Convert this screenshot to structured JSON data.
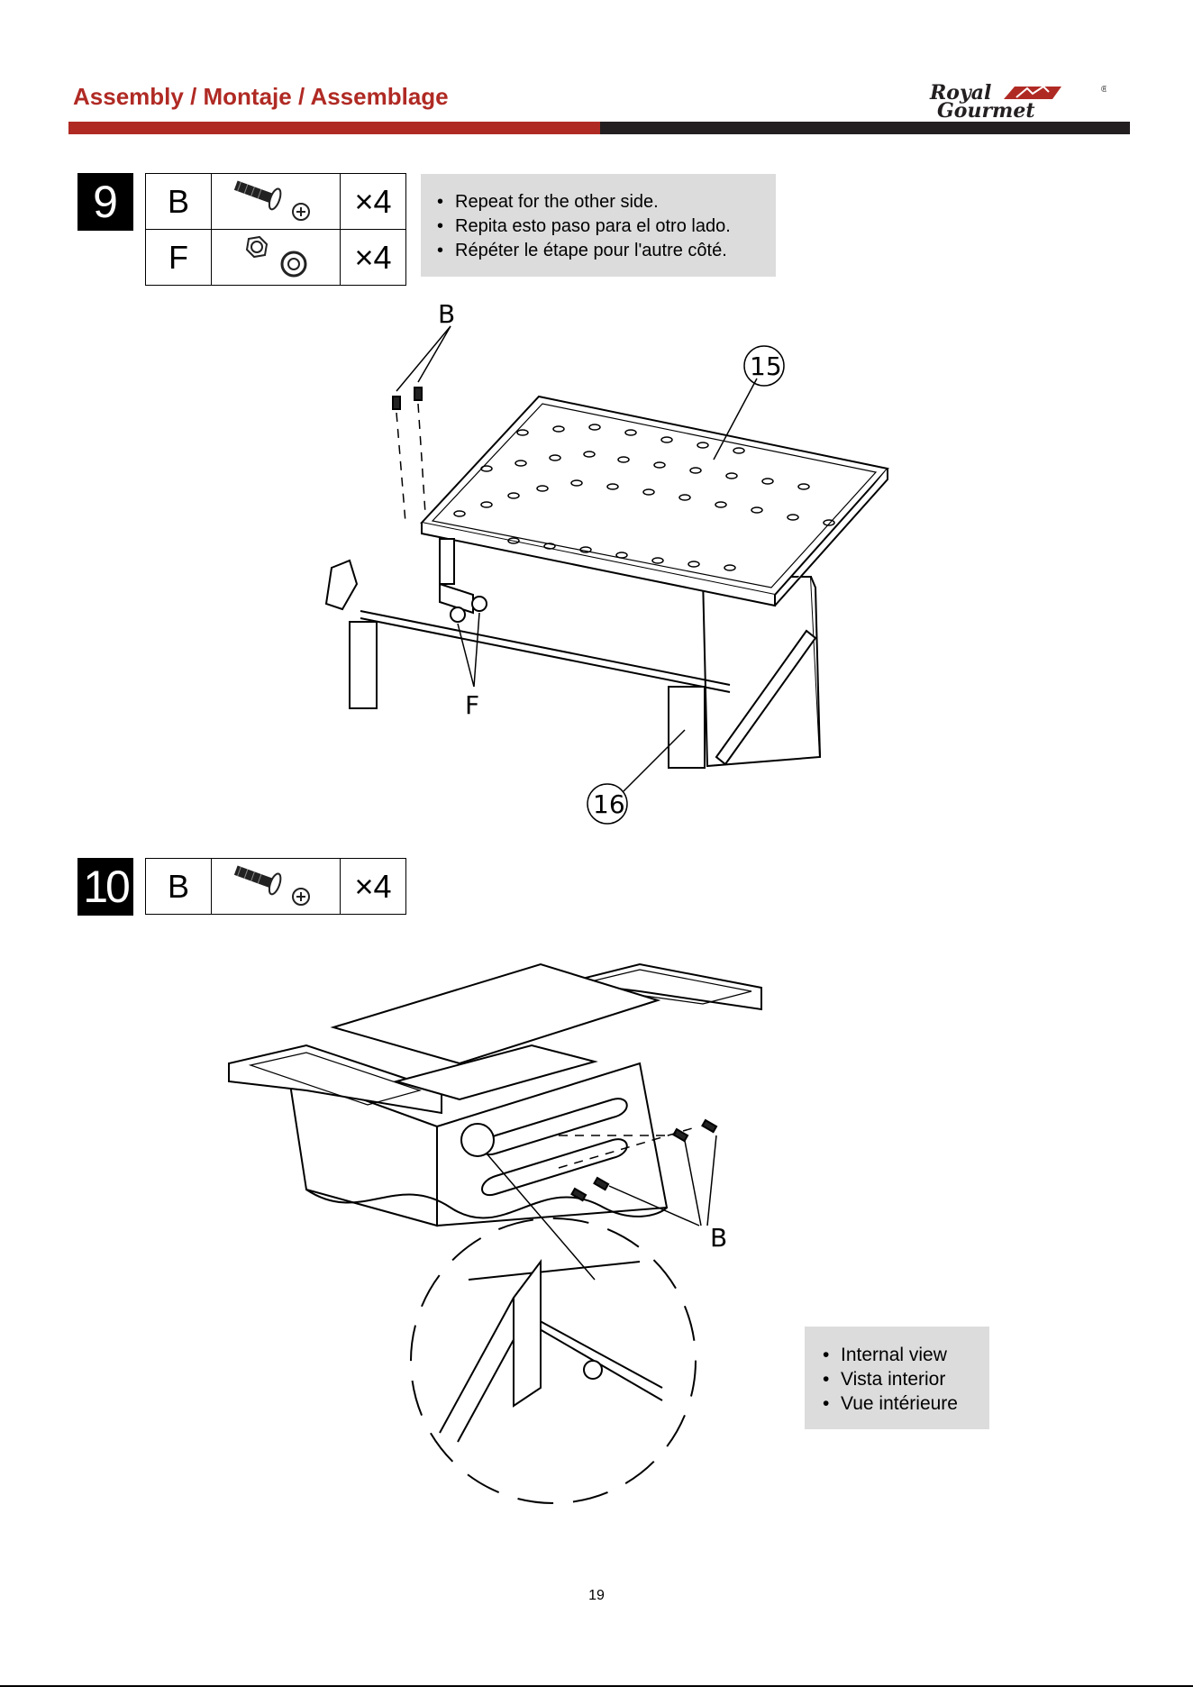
{
  "header": {
    "title": "Assembly / Montaje / Assemblage",
    "brand_line1": "Royal",
    "brand_line2": "Gourmet",
    "brand_mark": "®",
    "colors": {
      "accent": "#b02a24",
      "dark": "#231f20",
      "note_bg": "#dcdcdc"
    }
  },
  "step9": {
    "number": "9",
    "parts": [
      {
        "letter": "B",
        "icon": "bolt-icon",
        "qty": "×4"
      },
      {
        "letter": "F",
        "icon": "nut-washer-icon",
        "qty": "×4"
      }
    ],
    "notes": [
      "Repeat for the other side.",
      "Repita esto paso para el otro lado.",
      "Répéter le étape pour l'autre côté."
    ],
    "callouts": {
      "bolt": "B",
      "nut": "F",
      "tray": "15",
      "frame": "16"
    }
  },
  "step10": {
    "number": "10",
    "parts": [
      {
        "letter": "B",
        "icon": "bolt-icon",
        "qty": "×4"
      }
    ],
    "callouts": {
      "bolt": "B"
    },
    "notes": [
      "Internal view",
      "Vista interior",
      "Vue intérieure"
    ]
  },
  "footer": {
    "page_number": "19"
  }
}
